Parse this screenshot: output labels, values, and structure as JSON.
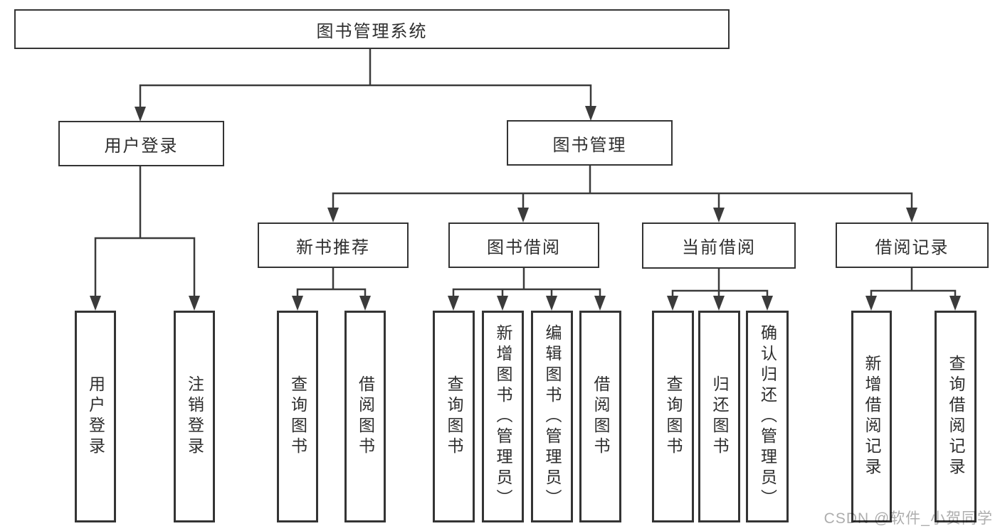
{
  "diagram": {
    "watermark": "CSDN @软件_小贺同学",
    "colors": {
      "line": "#3b3b3b",
      "box_border": "#343434",
      "text": "#2e2e2e",
      "background": "#ffffff",
      "watermark_gray": "#919191"
    },
    "tree": {
      "label": "图书管理系统",
      "children": [
        {
          "label": "用户登录",
          "children": [
            {
              "label": "用户登录"
            },
            {
              "label": "注销登录"
            }
          ]
        },
        {
          "label": "图书管理",
          "children": [
            {
              "label": "新书推荐",
              "children": [
                {
                  "label": "查询图书"
                },
                {
                  "label": "借阅图书"
                }
              ]
            },
            {
              "label": "图书借阅",
              "children": [
                {
                  "label": "查询图书"
                },
                {
                  "label": "新增图书（管理员）"
                },
                {
                  "label": "编辑图书（管理员）"
                },
                {
                  "label": "借阅图书"
                }
              ]
            },
            {
              "label": "当前借阅",
              "children": [
                {
                  "label": "查询图书"
                },
                {
                  "label": "归还图书"
                },
                {
                  "label": "确认归还（管理员）"
                }
              ]
            },
            {
              "label": "借阅记录",
              "children": [
                {
                  "label": "新增借阅记录"
                },
                {
                  "label": "查询借阅记录"
                }
              ]
            }
          ]
        }
      ]
    }
  }
}
